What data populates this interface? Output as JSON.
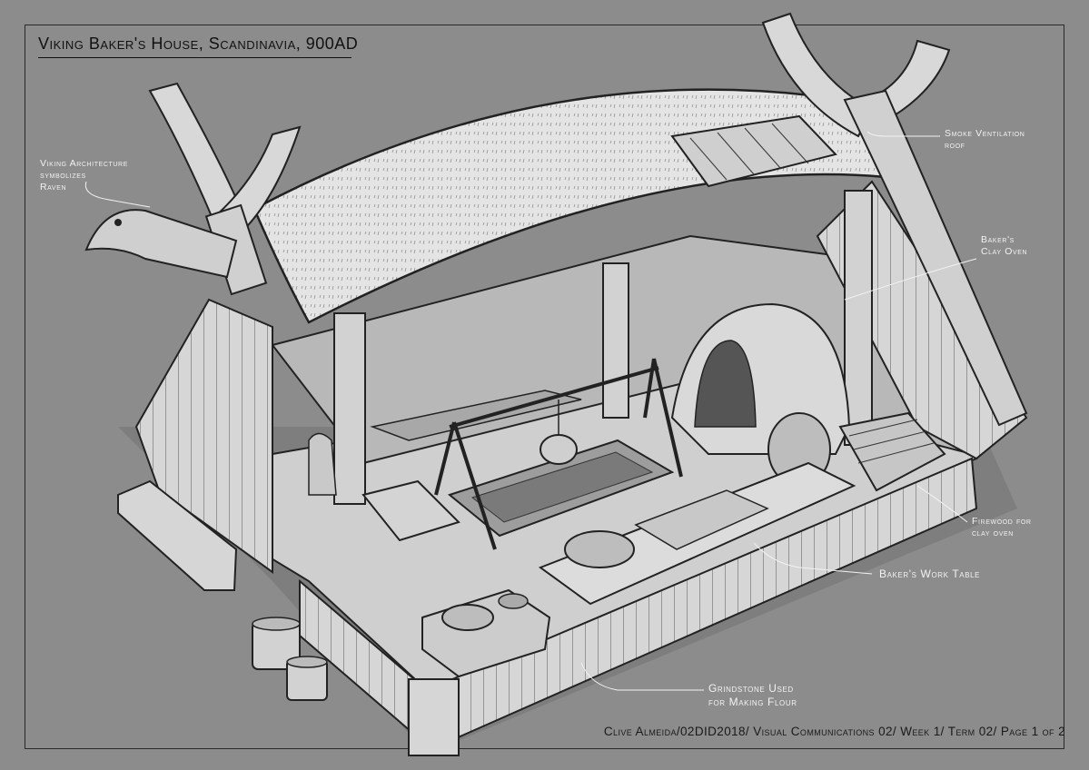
{
  "title": "Viking Baker's House, Scandinavia, 900AD",
  "annotations": {
    "viking_architecture": "Viking Architecture\nsymbolizes\nRaven",
    "smoke_ventilation": "Smoke Ventilation\nroof",
    "clay_oven": "Baker's\nClay Oven",
    "firewood": "Firewood for\nclay oven",
    "work_table": "Baker's Work Table",
    "grindstone": "Grindstone Used\nfor Making Flour"
  },
  "footer": "Clive Almeida/02DID2018/ Visual Communications 02/ Week 1/ Term 02/ Page 1 of 2",
  "colors": {
    "background": "#8c8c8c",
    "wood_light": "#dcdcdc",
    "wood_mid": "#bdbdbd",
    "wood_dark": "#9a9a9a",
    "ink": "#222222",
    "label": "#f2f2f2"
  }
}
